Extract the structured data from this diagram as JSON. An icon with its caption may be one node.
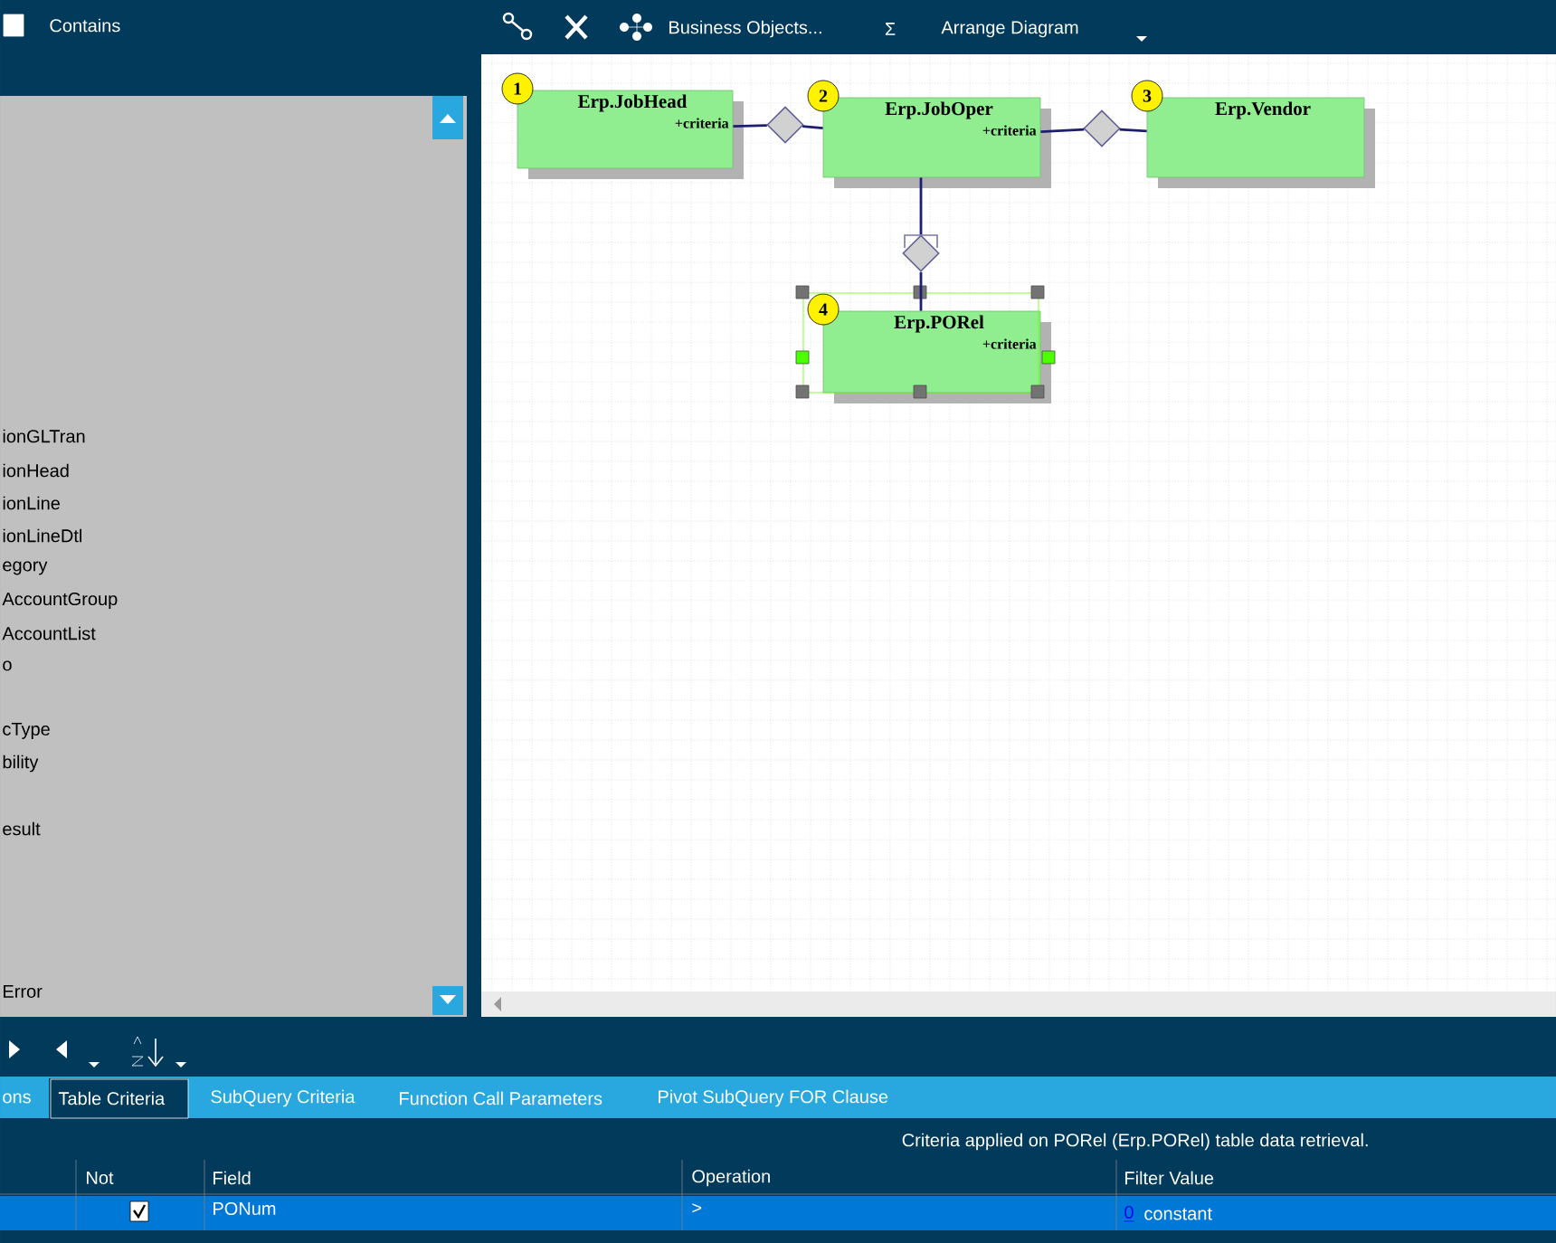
{
  "diagram": {
    "nodes": [
      {
        "text": [
          "Erp.JobHead",
          "+criteria"
        ],
        "beside": [
          "1"
        ]
      },
      {
        "text": [
          "Erp.JobOper",
          "+criteria"
        ],
        "beside": [
          "2"
        ]
      },
      {
        "text": [
          "Erp.Vendor"
        ],
        "beside": [
          "3"
        ]
      },
      {
        "text": [
          "Erp.PORel",
          "+criteria"
        ],
        "beside": [
          "4"
        ]
      },
      {
        "text": [],
        "shape": "diamond"
      },
      {
        "text": [],
        "shape": "diamond"
      },
      {
        "text": [],
        "shape": "diamond"
      }
    ],
    "edges": [
      {
        "from": 0,
        "to": 4,
        "arrow": "none"
      },
      {
        "from": 4,
        "to": 1,
        "arrow": "none"
      },
      {
        "from": 1,
        "to": 5,
        "arrow": "none"
      },
      {
        "from": 5,
        "to": 2,
        "arrow": "none"
      },
      {
        "from": 1,
        "to": 6,
        "arrow": "none"
      },
      {
        "from": 6,
        "to": 3,
        "arrow": "none"
      }
    ],
    "labels": [
      "Contains",
      "ionGLTran",
      "ionHead",
      "ionLine",
      "ionLineDtl",
      "egory",
      "AccountGroup",
      "AccountList",
      "o",
      "cType",
      "bility",
      "esult",
      "Error",
      "Business Objects...",
      "Σ",
      "Arrange Diagram",
      "ons",
      "Table Criteria",
      "SubQuery Criteria",
      "Function Call Parameters",
      "Pivot SubQuery FOR Clause",
      "Criteria applied on PORel (Erp.PORel)  table data retrieval.",
      "Not",
      "Field",
      "Operation",
      "Filter Value",
      "PONum",
      ">",
      "0",
      "constant"
    ]
  }
}
